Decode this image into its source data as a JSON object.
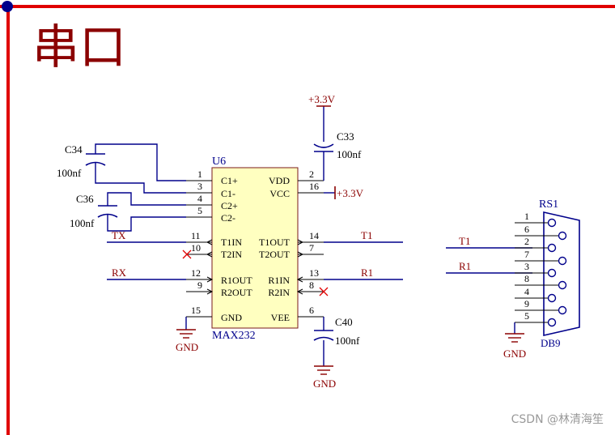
{
  "sheet": {
    "title": "串口",
    "border_color": "#e00000",
    "wire_color": "#00008b",
    "text_color": "#8b0000",
    "part_color": "#00008b"
  },
  "watermark": "CSDN @林清海笙",
  "chip": {
    "designator": "U6",
    "part": "MAX232",
    "left_pins": [
      {
        "num": "1",
        "name": "C1+"
      },
      {
        "num": "3",
        "name": "C1-"
      },
      {
        "num": "4",
        "name": "C2+"
      },
      {
        "num": "5",
        "name": "C2-"
      },
      {
        "num": "11",
        "name": "T1IN"
      },
      {
        "num": "10",
        "name": "T2IN"
      },
      {
        "num": "12",
        "name": "R1OUT"
      },
      {
        "num": "9",
        "name": "R2OUT"
      },
      {
        "num": "15",
        "name": "GND"
      }
    ],
    "right_pins": [
      {
        "num": "2",
        "name": "VDD"
      },
      {
        "num": "16",
        "name": "VCC"
      },
      {
        "num": "14",
        "name": "T1OUT"
      },
      {
        "num": "7",
        "name": "T2OUT"
      },
      {
        "num": "13",
        "name": "R1IN"
      },
      {
        "num": "8",
        "name": "R2IN"
      },
      {
        "num": "6",
        "name": "VEE"
      }
    ]
  },
  "capacitors": [
    {
      "ref": "C34",
      "value": "100nf"
    },
    {
      "ref": "C36",
      "value": "100nf"
    },
    {
      "ref": "C33",
      "value": "100nf"
    },
    {
      "ref": "C40",
      "value": "100nf"
    }
  ],
  "power": {
    "vcc_top": "+3.3V",
    "vcc_pin16": "+3.3V",
    "gnd": "GND"
  },
  "nets": {
    "tx": "TX",
    "rx": "RX",
    "t1": "T1",
    "r1": "R1"
  },
  "connector": {
    "designator": "RS1",
    "part": "DB9",
    "pins": [
      "1",
      "6",
      "2",
      "7",
      "3",
      "8",
      "4",
      "9",
      "5"
    ]
  }
}
